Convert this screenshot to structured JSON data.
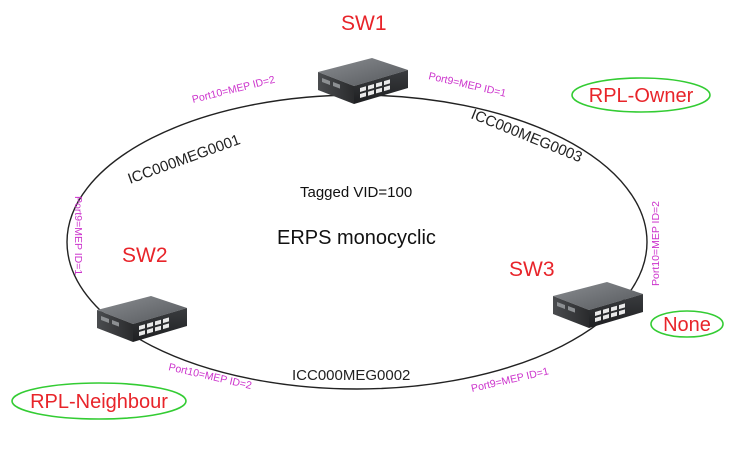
{
  "center": {
    "vid_label": "Tagged VID=100",
    "mode_label": "ERPS monocyclic"
  },
  "switches": [
    {
      "name": "SW1",
      "role": "RPL-Owner"
    },
    {
      "name": "SW2",
      "role": "RPL-Neighbour"
    },
    {
      "name": "SW3",
      "role": "None"
    }
  ],
  "ports": {
    "sw1_left": "Port10=MEP ID=2",
    "sw1_right": "Port9=MEP ID=1",
    "sw2_top": "Port9=MEP ID=1",
    "sw2_bottom": "Port10=MEP ID=2",
    "sw3_top": "Port10=MEP ID=2",
    "sw3_bottom": "Port9=MEP ID=1"
  },
  "megs": {
    "sw1_sw2": "ICC000MEG0001",
    "sw1_sw3": "ICC000MEG0003",
    "sw2_sw3": "ICC000MEG0002"
  },
  "colors": {
    "switch_label": "#e8242a",
    "port_label": "#cc33cc",
    "role_ellipse": "#33cc33",
    "ring": "#222222"
  }
}
